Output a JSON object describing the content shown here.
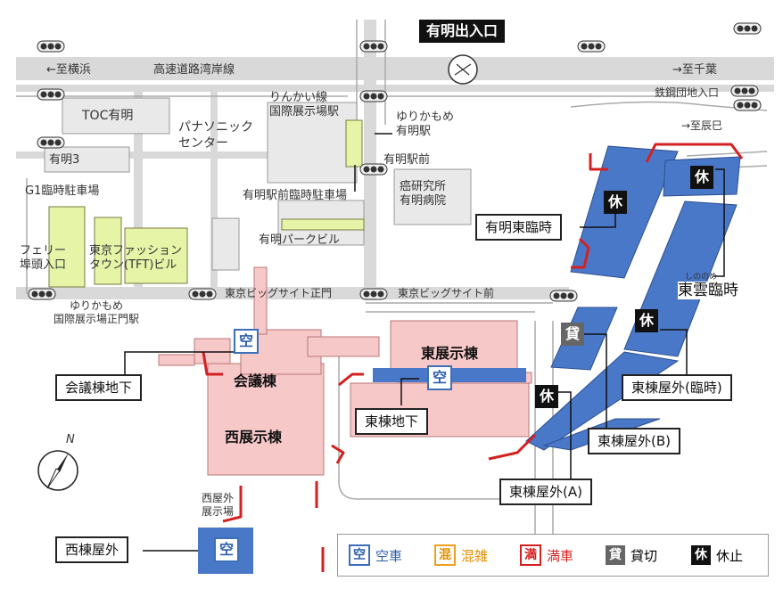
{
  "header": {
    "entrance": "有明出入口"
  },
  "highway": {
    "left": "←至横浜",
    "name": "高速道路湾岸線",
    "right": "→至千葉"
  },
  "places": {
    "toc": "TOC有明",
    "panasonic": "パナソニック\nセンター",
    "ariake3": "有明3",
    "g1": "G1臨時駐車場",
    "ferry": "フェリー\n埠頭入口",
    "tft": "東京ファッション\nタウン(TFT)ビル",
    "rinkai": "りんかい線\n国際展示場駅",
    "yurikamome_ariake": "ゆりかもめ\n有明駅",
    "ariake_mae": "有明駅前",
    "ariake_temp": "有明駅前臨時駐車場",
    "cancer": "癌研究所\n有明病院",
    "park_bldg": "有明パークビル",
    "bigsight_main": "東京ビッグサイト正門",
    "bigsight_mae": "東京ビッグサイト前",
    "yurikamome_bigsight": "ゆりかもめ\n国際展示場正門駅",
    "tetsuko": "鉄鋼団地入口",
    "tatsumi": "→至辰巳",
    "shinonome_ruby": "しののめ",
    "west_outdoor_site": "西屋外\n展示場"
  },
  "buildings": {
    "conference": "会議棟",
    "west_hall": "西展示棟",
    "east_hall": "東展示棟"
  },
  "parking": [
    {
      "label": "会議棟地下",
      "status": "空"
    },
    {
      "label": "東棟地下",
      "status": "空"
    },
    {
      "label": "西棟屋外",
      "status": "空"
    },
    {
      "label": "有明東臨時",
      "status": "休"
    },
    {
      "label": "東雲臨時",
      "status": "休"
    },
    {
      "label": "東棟屋外(臨時)",
      "status": "休"
    },
    {
      "label": "東棟屋外(B)",
      "status": "貸"
    },
    {
      "label": "東棟屋外(A)",
      "status": "休"
    }
  ],
  "legend": [
    {
      "glyph": "空",
      "text": "空車",
      "color": "#2d5fab"
    },
    {
      "glyph": "混",
      "text": "混雑",
      "color": "#e39000"
    },
    {
      "glyph": "満",
      "text": "満車",
      "color": "#d62020"
    },
    {
      "glyph": "貸",
      "text": "貸切",
      "color": "#333333"
    },
    {
      "glyph": "休",
      "text": "休止",
      "color": "#333333"
    }
  ],
  "compass": "N",
  "colors": {
    "parking_blue": "#4a78c8",
    "facility_pink": "#f6c8c8",
    "temp_lot_yellow": "#e4f3a6",
    "route_red": "#d42020",
    "road_gray": "#d6d6d6"
  }
}
